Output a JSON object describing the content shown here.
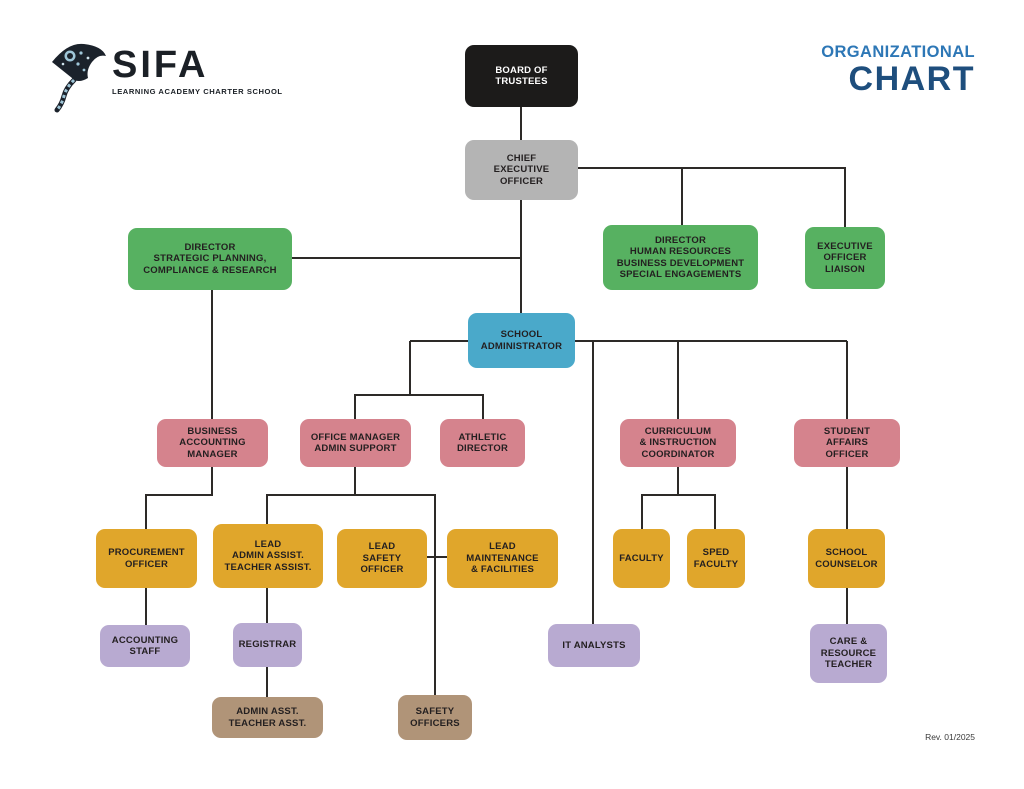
{
  "header": {
    "logo_name": "SIFA",
    "logo_tagline": "LEARNING ACADEMY CHARTER SCHOOL",
    "title_line1": "ORGANIZATIONAL",
    "title_line2": "CHART"
  },
  "footer": {
    "revision": "Rev. 01/2025"
  },
  "palette": {
    "black": "#1c1b1a",
    "gray": "#b4b4b4",
    "green": "#57b161",
    "blue": "#4aa9ca",
    "pink": "#d5838d",
    "gold": "#e0a62b",
    "purple": "#b8aad1",
    "tan": "#b09478",
    "line": "#2d2a28",
    "title_blue_light": "#2d77b6",
    "title_blue_dark": "#1e4e7d"
  },
  "nodes": {
    "board_of_trustees": {
      "label": "BOARD OF\nTRUSTEES"
    },
    "chief_executive_officer": {
      "label": "CHIEF\nEXECUTIVE\nOFFICER"
    },
    "director_strategic": {
      "label": "DIRECTOR\nSTRATEGIC PLANNING,\nCOMPLIANCE & RESEARCH"
    },
    "director_hr": {
      "label": "DIRECTOR\nHUMAN RESOURCES\nBUSINESS DEVELOPMENT\nSPECIAL ENGAGEMENTS"
    },
    "exec_officer_liaison": {
      "label": "EXECUTIVE\nOFFICER\nLIAISON"
    },
    "school_administrator": {
      "label": "SCHOOL\nADMINISTRATOR"
    },
    "business_accounting_manager": {
      "label": "BUSINESS\nACCOUNTING\nMANAGER"
    },
    "office_manager": {
      "label": "OFFICE MANAGER\nADMIN SUPPORT"
    },
    "athletic_director": {
      "label": "ATHLETIC\nDIRECTOR"
    },
    "curriculum_coordinator": {
      "label": "CURRICULUM\n& INSTRUCTION\nCOORDINATOR"
    },
    "student_affairs_officer": {
      "label": "STUDENT\nAFFAIRS\nOFFICER"
    },
    "procurement_officer": {
      "label": "PROCUREMENT\nOFFICER"
    },
    "lead_admin_assist": {
      "label": "LEAD\nADMIN ASSIST.\nTEACHER ASSIST."
    },
    "lead_safety_officer": {
      "label": "LEAD\nSAFETY\nOFFICER"
    },
    "lead_maintenance": {
      "label": "LEAD\nMAINTENANCE\n& FACILITIES"
    },
    "faculty": {
      "label": "FACULTY"
    },
    "sped_faculty": {
      "label": "SPED\nFACULTY"
    },
    "school_counselor": {
      "label": "SCHOOL\nCOUNSELOR"
    },
    "accounting_staff": {
      "label": "ACCOUNTING\nSTAFF"
    },
    "registrar": {
      "label": "REGISTRAR"
    },
    "it_analysts": {
      "label": "IT ANALYSTS"
    },
    "care_resource_teacher": {
      "label": "CARE &\nRESOURCE\nTEACHER"
    },
    "admin_asst_teacher_asst": {
      "label": "ADMIN ASST.\nTEACHER ASST."
    },
    "safety_officers": {
      "label": "SAFETY\nOFFICERS"
    }
  }
}
